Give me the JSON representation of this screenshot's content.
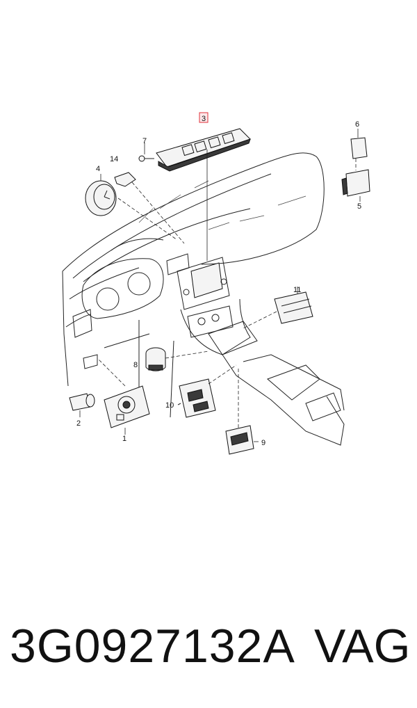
{
  "callouts": [
    {
      "id": "3",
      "label": "3",
      "highlighted": true
    },
    {
      "id": "7",
      "label": "7"
    },
    {
      "id": "6",
      "label": "6"
    },
    {
      "id": "14",
      "label": "14"
    },
    {
      "id": "4",
      "label": "4"
    },
    {
      "id": "5",
      "label": "5"
    },
    {
      "id": "11",
      "label": "11"
    },
    {
      "id": "8",
      "label": "8"
    },
    {
      "id": "2",
      "label": "2"
    },
    {
      "id": "1",
      "label": "1"
    },
    {
      "id": "10",
      "label": "10"
    },
    {
      "id": "9",
      "label": "9"
    }
  ],
  "footer": {
    "part_number": "3G0927132A",
    "brand": "VAG"
  },
  "colors": {
    "highlight_box": "#e0303a",
    "line": "#222222"
  }
}
